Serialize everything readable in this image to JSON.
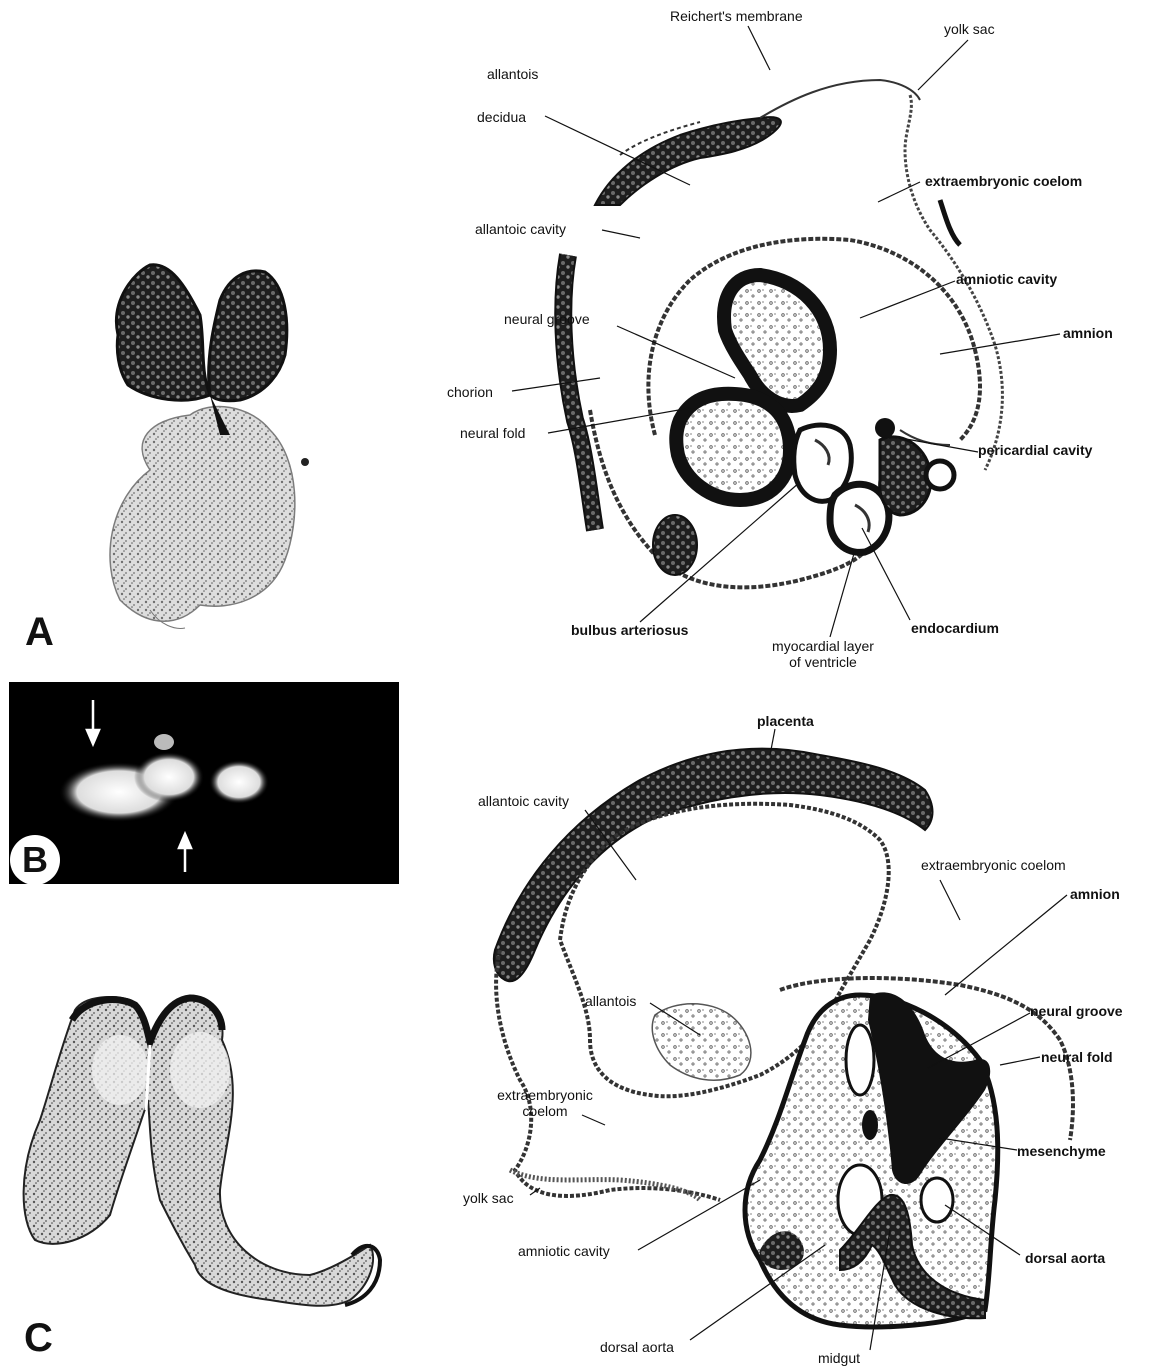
{
  "panels": {
    "a": "A",
    "b": "B",
    "c": "C"
  },
  "diagram_top": {
    "reicherts_membrane": "Reichert's membrane",
    "yolk_sac": "yolk sac",
    "allantois": "allantois",
    "decidua": "decidua",
    "extraembryonic_coelom": "extraembryonic coelom",
    "allantoic_cavity": "allantoic cavity",
    "amniotic_cavity": "amniotic cavity",
    "neural_groove": "neural groove",
    "amnion": "amnion",
    "chorion": "chorion",
    "neural_fold": "neural fold",
    "pericardial_cavity": "pericardial cavity",
    "bulbus_arteriosus": "bulbus arteriosus",
    "myocardial_layer_1": "myocardial layer",
    "myocardial_layer_2": "of ventricle",
    "endocardium": "endocardium"
  },
  "diagram_bottom": {
    "placenta": "placenta",
    "allantoic_cavity": "allantoic cavity",
    "extraembryonic_coelom": "extraembryonic coelom",
    "amnion": "amnion",
    "allantois": "allantois",
    "neural_groove": "neural groove",
    "neural_fold": "neural fold",
    "extraembryonic_coelom_2a": "extraembryonic",
    "extraembryonic_coelom_2b": "coelom",
    "mesenchyme": "mesenchyme",
    "yolk_sac": "yolk sac",
    "amniotic_cavity": "amniotic cavity",
    "dorsal_aorta_right": "dorsal  aorta",
    "dorsal_aorta_bottom": "dorsal aorta",
    "midgut": "midgut"
  }
}
